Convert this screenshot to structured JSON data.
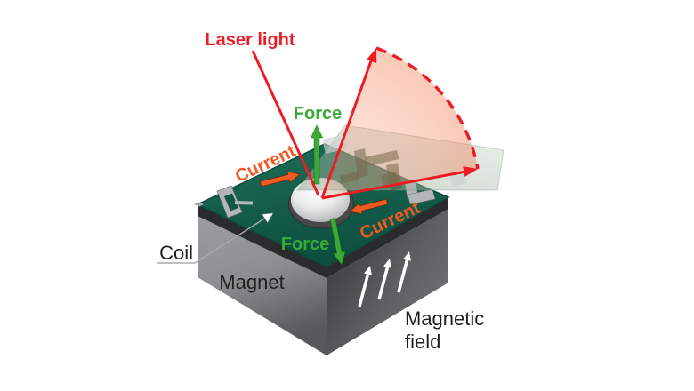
{
  "figure": {
    "type": "technical-illustration",
    "subject": "Electromagnetically actuated MEMS scanning mirror: coil chip on a magnet reflecting laser light",
    "background": "#ffffff"
  },
  "labels": {
    "laser_light": "Laser light",
    "force_top": "Force",
    "force_bottom": "Force",
    "current_left": "Current",
    "current_right": "Current",
    "coil": "Coil",
    "magnet": "Magnet",
    "magnetic_field_line1": "Magnetic",
    "magnetic_field_line2": "field"
  },
  "colors": {
    "laser_red": "#ed1c24",
    "force_green": "#3aaa35",
    "current_orange": "#f05a22",
    "label_black": "#1f1f1f",
    "pcb_green_light": "#1e6e58",
    "pcb_green_dark": "#0c4f40",
    "trace_gray": "#b2b6b9",
    "scan_fan_pink": "#f6a27c",
    "magnet_left_face": "#8c8e90",
    "magnet_right_face": "#4a4c4e",
    "mirror_highlight": "#ffffff",
    "field_arrow_white": "#ffffff"
  },
  "arrows": {
    "laser_beam": "incoming laser ray toward mirror",
    "scan_upper": "reflected beam at upper tilt limit",
    "scan_lower": "reflected beam at lower tilt limit",
    "scan_arc": "dashed sweep arc between tilt limits",
    "force_up": "Lorentz force arrow up",
    "force_down": "Lorentz force arrow down",
    "current_forward": "current direction arrow on near coil side",
    "current_backward": "current direction arrow on far coil side",
    "coil_pointer": "leader arrow from Coil label to coil",
    "magnetic_field_arrow_count": 3
  }
}
